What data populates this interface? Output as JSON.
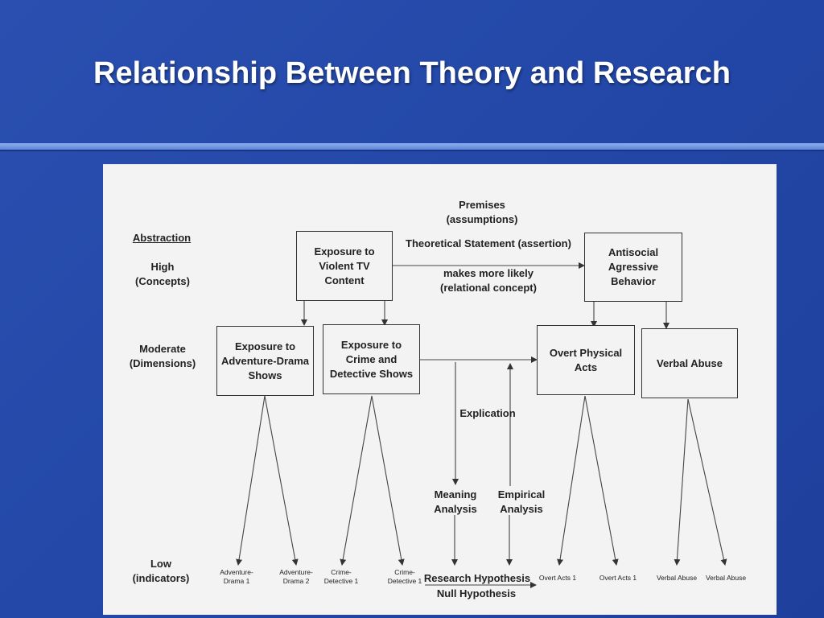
{
  "slide": {
    "title": "Relationship Between Theory and Research"
  },
  "diagram": {
    "abstraction_header": "Abstraction",
    "levels": {
      "high": [
        "High",
        "(Concepts)"
      ],
      "moderate": [
        "Moderate",
        "(Dimensions)"
      ],
      "low": [
        "Low",
        "(indicators)"
      ]
    },
    "premises": [
      "Premises",
      "(assumptions)"
    ],
    "theoretical_statement": "Theoretical Statement (assertion)",
    "relational": [
      "makes more likely",
      "(relational concept)"
    ],
    "concepts": {
      "exposure": [
        "Exposure to",
        "Violent TV",
        "Content"
      ],
      "antisocial": [
        "Antisocial",
        "Agressive",
        "Behavior"
      ]
    },
    "dimensions": {
      "adventure": [
        "Exposure to",
        "Adventure-Drama",
        "Shows"
      ],
      "crime": [
        "Exposure to",
        "Crime and",
        "Detective Shows"
      ],
      "overt": [
        "Overt Physical",
        "Acts"
      ],
      "verbal": [
        "Verbal Abuse"
      ]
    },
    "explication": "Explication",
    "meaning_analysis": [
      "Meaning",
      "Analysis"
    ],
    "empirical_analysis": [
      "Empirical",
      "Analysis"
    ],
    "indicators": {
      "adventure_1": [
        "Adventure-",
        "Drama 1"
      ],
      "adventure_2": [
        "Adventure-",
        "Drama 2"
      ],
      "crime_1": [
        "Crime-",
        "Detective 1"
      ],
      "crime_2": [
        "Crime-",
        "Detective 1"
      ],
      "overt_1": "Overt Acts 1",
      "overt_2": "Overt Acts 1",
      "verbal_1": "Verbal Abuse",
      "verbal_2": "Verbal Abuse"
    },
    "research_hypothesis": "Research Hypothesis",
    "null_hypothesis": "Null Hypothesis"
  }
}
